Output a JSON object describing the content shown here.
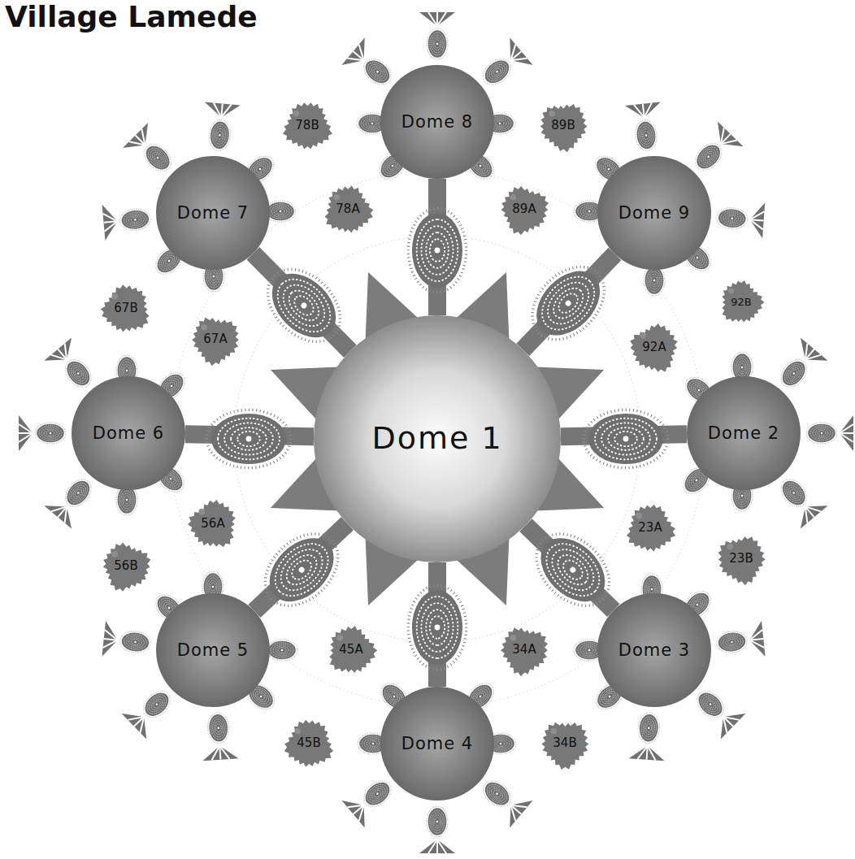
{
  "diagram": {
    "title": "Village Lamede",
    "nodes": [
      {
        "text": [
          "78B"
        ]
      },
      {
        "text": [
          "Dome 8"
        ]
      },
      {
        "text": [
          "89B"
        ]
      },
      {
        "text": [
          "Dome 7"
        ]
      },
      {
        "text": [
          "78A"
        ]
      },
      {
        "text": [
          "89A"
        ]
      },
      {
        "text": [
          "Dome 9"
        ]
      },
      {
        "text": [
          "67B"
        ]
      },
      {
        "text": [
          "92B"
        ]
      },
      {
        "text": [
          "67A"
        ]
      },
      {
        "text": [
          "92A"
        ]
      },
      {
        "text": [
          "Dome 6"
        ]
      },
      {
        "text": [
          "Dome 1"
        ]
      },
      {
        "text": [
          "Dome 2"
        ]
      },
      {
        "text": [
          "56A"
        ]
      },
      {
        "text": [
          "23A"
        ]
      },
      {
        "text": [
          "56B"
        ]
      },
      {
        "text": [
          "23B"
        ]
      },
      {
        "text": [
          "Dome 5"
        ]
      },
      {
        "text": [
          "45A"
        ]
      },
      {
        "text": [
          "34A"
        ]
      },
      {
        "text": [
          "Dome 3"
        ]
      },
      {
        "text": [
          "45B"
        ]
      },
      {
        "text": [
          "Dome 4"
        ]
      },
      {
        "text": [
          "34B"
        ]
      }
    ],
    "edges": [
      {
        "from": 12,
        "to": 1,
        "arrow": "none"
      },
      {
        "from": 12,
        "to": 6,
        "arrow": "none"
      },
      {
        "from": 12,
        "to": 13,
        "arrow": "none"
      },
      {
        "from": 12,
        "to": 21,
        "arrow": "none"
      },
      {
        "from": 12,
        "to": 23,
        "arrow": "none"
      },
      {
        "from": 12,
        "to": 18,
        "arrow": "none"
      },
      {
        "from": 12,
        "to": 11,
        "arrow": "none"
      },
      {
        "from": 12,
        "to": 3,
        "arrow": "none"
      }
    ]
  }
}
